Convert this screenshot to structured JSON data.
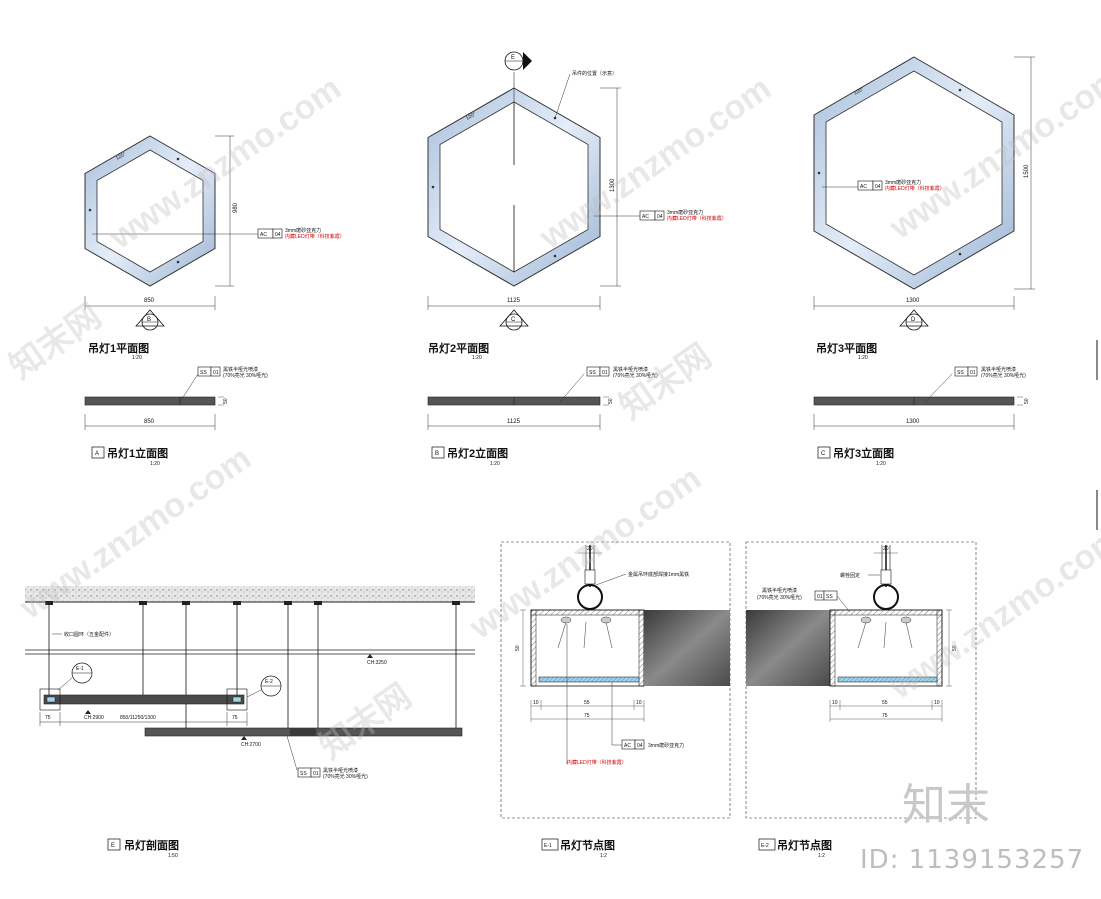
{
  "colors": {
    "glass_light": "#d9e6f5",
    "glass_dark": "#8ea7c8",
    "bar": "#555555",
    "warn_red": "#d40000"
  },
  "plans": [
    {
      "title": "吊灯1平面图",
      "scale": "1:20",
      "width": "850",
      "height": "980",
      "angle": "120°",
      "marker": "B",
      "tag_code": "AC",
      "tag_num": "04",
      "note_main": "3mm磨砂亚克力",
      "note_red": "内藏LED灯带（科技紫霞）"
    },
    {
      "title": "吊灯2平面图",
      "scale": "1:20",
      "width": "1125",
      "height": "1300",
      "angle": "120°",
      "marker": "C",
      "top_marker": "E",
      "top_note": "吊件的位置（示意）",
      "tag_code": "AC",
      "tag_num": "04",
      "note_main": "3mm磨砂亚克力",
      "note_red": "内藏LED灯带（科技紫霞）"
    },
    {
      "title": "吊灯3平面图",
      "scale": "1:20",
      "width": "1300",
      "height": "1500",
      "angle": "120°",
      "marker": "D",
      "tag_code": "AC",
      "tag_num": "04",
      "note_main": "3mm磨砂亚克力",
      "note_red": "内藏LED灯带（科技紫霞）"
    }
  ],
  "elevations": [
    {
      "letter": "A",
      "title": "吊灯1立面图",
      "scale": "1:20",
      "width": "850",
      "thick": "50",
      "tag_code": "SS",
      "tag_num": "01",
      "note1": "黑铁半哑光喷漆",
      "note2": "(70%亮光  30%哑光)"
    },
    {
      "letter": "B",
      "title": "吊灯2立面图",
      "scale": "1:20",
      "width": "1125",
      "thick": "50",
      "tag_code": "SS",
      "tag_num": "01",
      "note1": "黑铁半哑光喷漆",
      "note2": "(70%亮光  30%哑光)"
    },
    {
      "letter": "C",
      "title": "吊灯3立面图",
      "scale": "1:20",
      "width": "1300",
      "thick": "50",
      "tag_code": "SS",
      "tag_num": "01",
      "note1": "黑铁半哑光喷漆",
      "note2": "(70%亮光  30%哑光)"
    }
  ],
  "section": {
    "letter": "E",
    "title": "吊灯剖面图",
    "scale": "1:50",
    "ring_note": "收口圆环（五金配件）",
    "ch1": "CH:3250",
    "ch2": "CH:2900",
    "ch3": "CH:2700",
    "dim_side": "75",
    "dim_mid": "850/11250/1300",
    "dim_side2": "75",
    "callout1": "E-1",
    "callout2": "E-2",
    "tag_code": "SS",
    "tag_num": "01",
    "note1": "黑铁半哑光喷漆",
    "note2": "(70%亮光  30%哑光)"
  },
  "detail1": {
    "letter": "E-1",
    "title": "吊灯节点图",
    "scale": "1:2",
    "top_dim": "20",
    "note_top": "金属吊环底部焊接1mm黑铁",
    "dim_h": "50",
    "dim_a": "10",
    "dim_b": "55",
    "dim_c": "10",
    "dim_total": "75",
    "tag_code": "AC",
    "tag_num": "04",
    "tag_note": "3mm磨砂亚克力",
    "red_note": "内藏LED灯带（科技紫霞）"
  },
  "detail2": {
    "letter": "E-2",
    "title": "吊灯节点图",
    "scale": "1:2",
    "top_dim": "20",
    "note_top": "螺栓固定",
    "note1": "黑铁半哑光喷漆",
    "note2": "(70%亮光  30%哑光)",
    "tag_code": "SS",
    "tag_num": "01",
    "dim_h": "50",
    "dim_a": "10",
    "dim_b": "55",
    "dim_c": "10",
    "dim_total": "75"
  },
  "watermark": {
    "text_site": "www.znzmo.com",
    "text_cn": "知末网",
    "brand": "知末",
    "id": "ID: 1139153257"
  }
}
